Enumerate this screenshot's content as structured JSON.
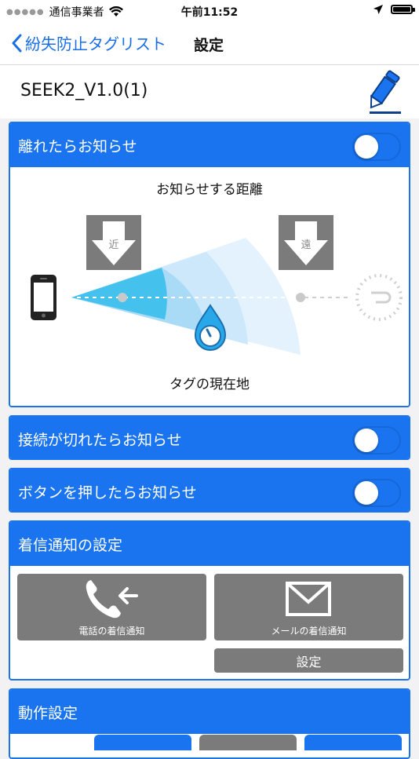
{
  "status_bar": {
    "carrier": "通信事業者",
    "time": "午前11:52"
  },
  "nav": {
    "back_label": "紛失防止タグリスト",
    "title": "設定"
  },
  "device": {
    "name": "SEEK2_V1.0(1)"
  },
  "sections": {
    "leave_alert": {
      "label": "離れたらお知らせ",
      "toggle_on": false
    },
    "distance": {
      "title": "お知らせする距離",
      "near_label": "近",
      "far_label": "遠",
      "tag_location_label": "タグの現在地"
    },
    "disconnect_alert": {
      "label": "接続が切れたらお知らせ",
      "toggle_on": false
    },
    "button_alert": {
      "label": "ボタンを押したらお知らせ",
      "toggle_on": false
    },
    "incoming": {
      "label": "着信通知の設定",
      "phone_label": "電話の着信通知",
      "mail_label": "メールの着信通知",
      "settings_label": "設定"
    },
    "operation": {
      "label": "動作設定"
    }
  },
  "colors": {
    "accent": "#1a74f0",
    "gray_button": "#7b7b7b"
  }
}
